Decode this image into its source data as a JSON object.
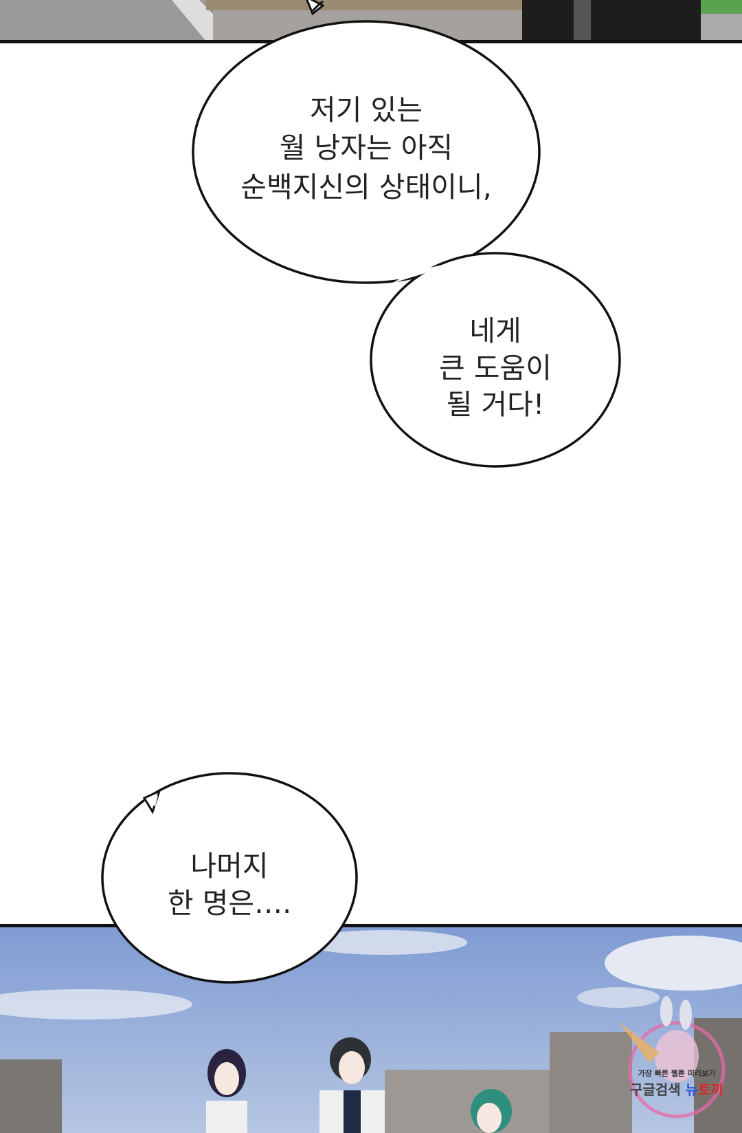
{
  "bubbles": [
    {
      "lines": [
        "저기 있는",
        "월 낭자는 아직",
        "순백지신의 상태이니,"
      ]
    },
    {
      "lines": [
        "네게",
        "큰 도움이",
        "될 거다!"
      ]
    },
    {
      "lines": [
        "나머지",
        "한 명은…."
      ]
    }
  ],
  "watermark": {
    "line1": "가장 빠른 웹툰 미리보기",
    "line2a": "구글검색",
    "line2b": "뉴",
    "line2c": "토끼"
  },
  "colors": {
    "sky": "#8fa9d8",
    "border": "#111111",
    "watermark_ring": "#e86aa8"
  }
}
